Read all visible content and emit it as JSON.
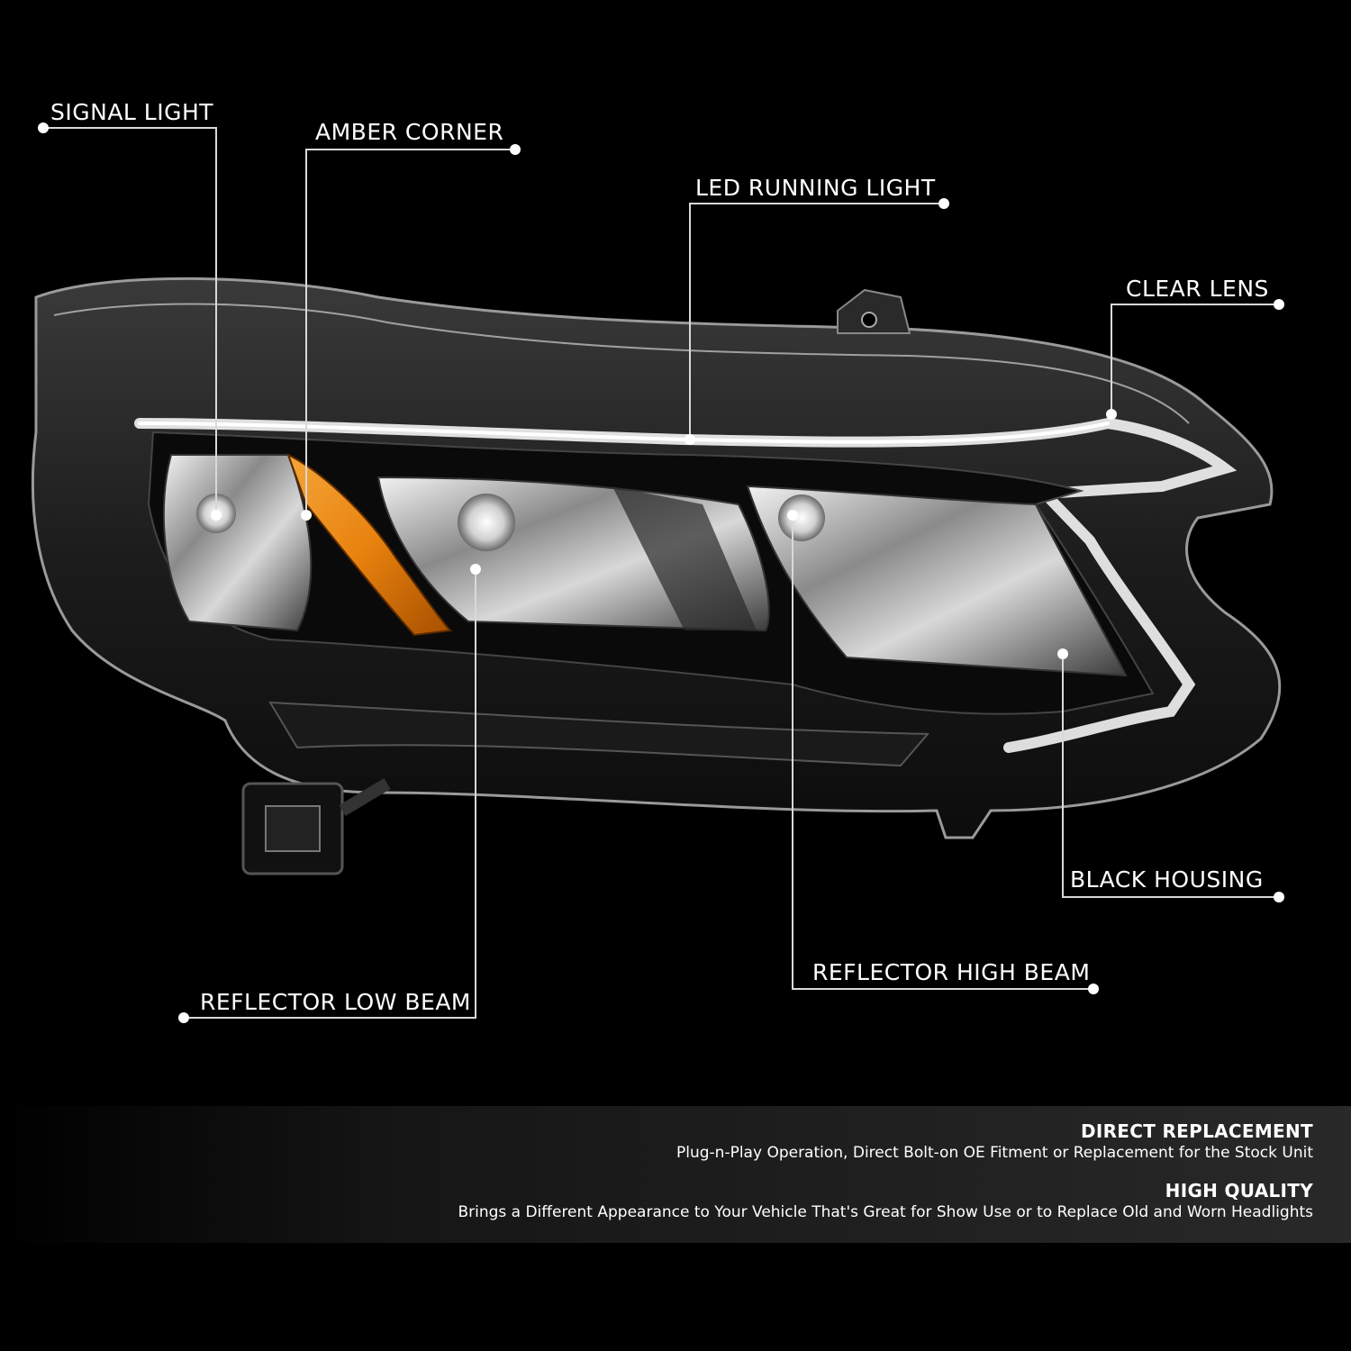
{
  "callouts": {
    "signal_light": "SIGNAL LIGHT",
    "amber_corner": "AMBER CORNER",
    "led_running_light": "LED RUNNING LIGHT",
    "clear_lens": "CLEAR LENS",
    "black_housing": "BLACK HOUSING",
    "reflector_high_beam": "REFLECTOR HIGH BEAM",
    "reflector_low_beam": "REFLECTOR LOW BEAM"
  },
  "features": [
    {
      "title": "DIRECT REPLACEMENT",
      "text": "Plug-n-Play Operation, Direct Bolt-on OE Fitment or Replacement for the Stock Unit"
    },
    {
      "title": "HIGH QUALITY",
      "text": "Brings a Different Appearance to Your Vehicle That's Great for Show Use or to Replace Old and Worn Headlights"
    }
  ],
  "colors": {
    "background": "#000000",
    "amber": "#e8820e",
    "callout_line": "#d9d9d9"
  }
}
